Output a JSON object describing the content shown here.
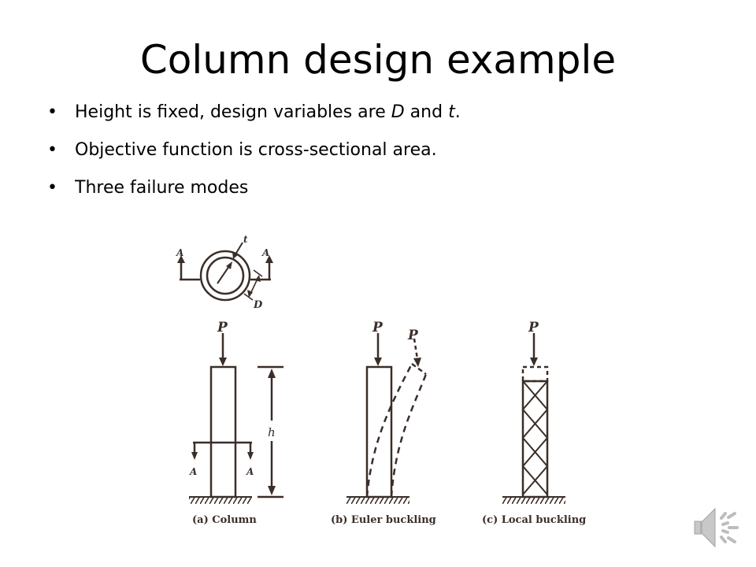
{
  "slide": {
    "title": "Column design example",
    "bullets": [
      {
        "before": "Height is fixed, design variables are ",
        "var1": "D",
        "mid": " and ",
        "var2": "t",
        "after": "."
      },
      {
        "text": "Objective function is cross-sectional area."
      },
      {
        "text": "Three failure modes"
      }
    ],
    "bullet_glyph": "•"
  },
  "figure": {
    "labels": {
      "A": "A",
      "t": "t",
      "D": "D",
      "P": "P",
      "h": "h"
    },
    "captions": [
      "(a) Column",
      "(b) Euler buckling",
      "(c) Local buckling"
    ]
  },
  "audio": {
    "icon": "speaker-icon"
  }
}
